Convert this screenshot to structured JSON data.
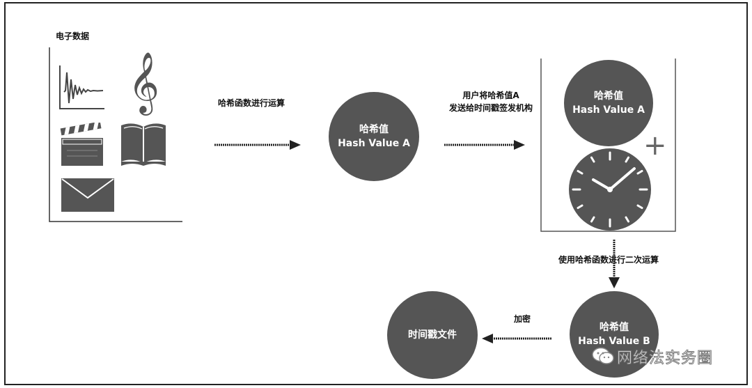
{
  "diagram": {
    "source_label": "电子数据",
    "step1_label": "哈希函数进行运算",
    "hash_a": {
      "title": "哈希值",
      "subtitle": "Hash Value A"
    },
    "step2_label_line1": "用户将哈希值A",
    "step2_label_line2": "发送给时间戳签发机构",
    "tsa_hash": {
      "title": "哈希值",
      "subtitle": "Hash Value A"
    },
    "plus_sign": "+",
    "step3_label": "使用哈希函数进行二次运算",
    "hash_b": {
      "title": "哈希值",
      "subtitle": "Hash Value B"
    },
    "step4_label": "加密",
    "timestamp_file": "时间戳文件"
  },
  "watermark": {
    "text": "网络法实务圈"
  },
  "icons": [
    "waveform-icon",
    "treble-clef-icon",
    "clapperboard-icon",
    "book-icon",
    "envelope-icon",
    "clock-icon",
    "wechat-icon"
  ],
  "colors": {
    "circle_fill": "#555555",
    "line": "#222222"
  }
}
